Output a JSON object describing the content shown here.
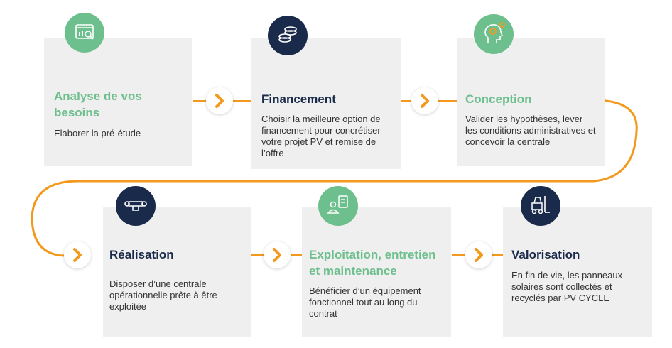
{
  "steps": [
    {
      "title": "Analyse de vos besoins",
      "desc": "Elaborer la pré-étude",
      "icon": "analysis-chart-icon",
      "color": "#6dbf8d"
    },
    {
      "title": "Financement",
      "desc": "Choisir la meilleure option de financement pour concrétiser votre projet PV et remise de l’offre",
      "icon": "coins-icon",
      "color": "#1a2a4a"
    },
    {
      "title": "Conception",
      "desc": "Valider les hypothèses, lever les conditions administratives et concevoir la centrale",
      "icon": "brain-gear-icon",
      "color": "#6dbf8d"
    },
    {
      "title": "Réalisation",
      "desc": "Disposer d’une centrale opérationnelle prête à être exploitée",
      "icon": "wrench-hand-icon",
      "color": "#1a2a4a"
    },
    {
      "title": "Exploitation, entretien et maintenance",
      "desc": "Bénéficier d’un équipement fonctionnel tout au long du contrat",
      "icon": "checklist-person-icon",
      "color": "#6dbf8d"
    },
    {
      "title": "Valorisation",
      "desc": "En fin de vie, les panneaux solaires sont collectés et recyclés par PV CYCLE",
      "icon": "forklift-icon",
      "color": "#1a2a4a"
    }
  ],
  "colors": {
    "accent": "#f39a1e",
    "green": "#6dbf8d",
    "navy": "#1a2a4a",
    "card": "#efefef"
  }
}
